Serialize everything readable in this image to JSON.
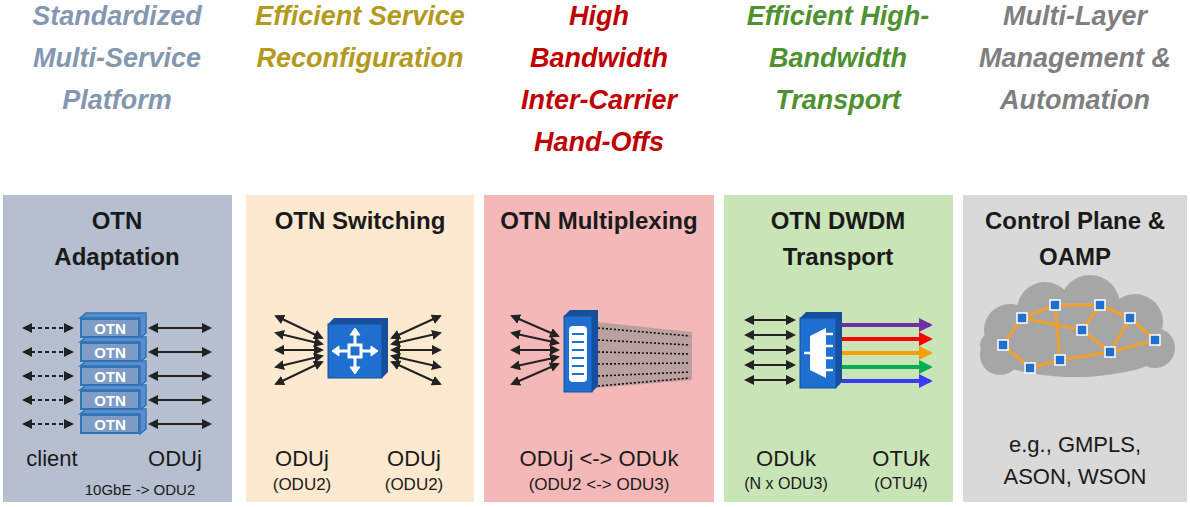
{
  "diagram": {
    "nodes": [
      {
        "text": [
          "OTN Adaptation",
          "client",
          "ODUj",
          "10GbE -> ODU2"
        ]
      },
      {
        "text": [
          "OTN"
        ],
        "in": 0
      },
      {
        "text": [
          "OTN"
        ],
        "in": 0
      },
      {
        "text": [
          "OTN"
        ],
        "in": 0
      },
      {
        "text": [
          "OTN"
        ],
        "in": 0
      },
      {
        "text": [
          "OTN"
        ],
        "in": 0
      },
      {
        "text": [
          "OTN Switching",
          "ODUj",
          "(ODU2)",
          "ODUj",
          "(ODU2)"
        ]
      },
      {
        "text": [
          "OTN Multiplexing",
          "ODUj <-> ODUk",
          "(ODU2 <-> ODU3)"
        ]
      },
      {
        "text": [
          "OTN DWDM Transport",
          "ODUk",
          "(N x ODU3)",
          "OTUk",
          "(OTU4)"
        ]
      },
      {
        "text": [
          "Control Plane & OAMP",
          "e.g., GMPLS, ASON, WSON"
        ]
      }
    ],
    "labels": [
      "Standardized Multi-Service Platform",
      "Efficient Service Reconfiguration",
      "High Bandwidth Inter-Carrier Hand-Offs",
      "Efficient High-Bandwidth Transport",
      "Multi-Layer Management & Automation"
    ]
  }
}
